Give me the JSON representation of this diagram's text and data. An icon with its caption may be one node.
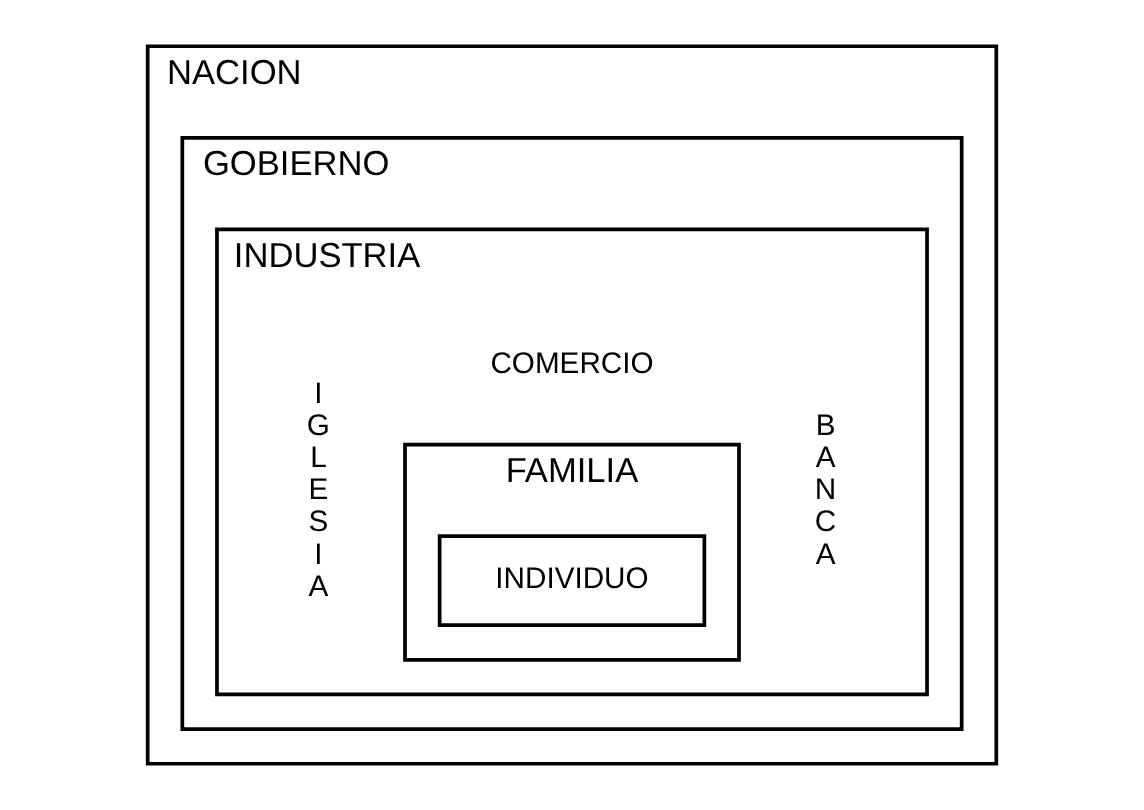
{
  "diagram": {
    "nodes": [
      {
        "text": [
          "NACION"
        ]
      },
      {
        "text": [
          "GOBIERNO"
        ],
        "in": 0
      },
      {
        "text": [
          "INDUSTRIA",
          "IGLESIA",
          "BANCA",
          "COMERCIO"
        ],
        "in": 1
      },
      {
        "text": [
          "FAMILIA"
        ],
        "in": 2
      },
      {
        "text": [
          "INDIVIDUO"
        ],
        "in": 3
      }
    ],
    "edges": []
  }
}
